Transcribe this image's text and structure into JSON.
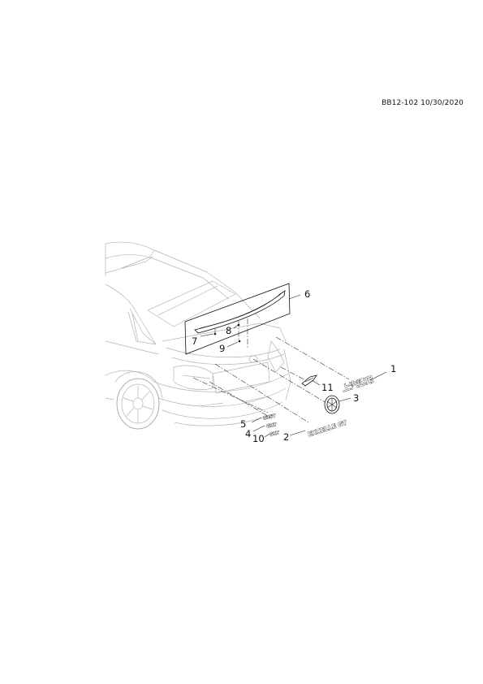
{
  "header": {
    "reference": "BB12-102 10/30/2020"
  },
  "callouts": {
    "c1": "1",
    "c2": "2",
    "c3": "3",
    "c4": "4",
    "c5": "5",
    "c6": "6",
    "c7": "7",
    "c8": "8",
    "c9": "9",
    "c10": "10",
    "c11": "11"
  },
  "badges": {
    "brand": "上汽通用",
    "model": "EXCELLE GT",
    "small_a": "535T",
    "small_b": "GRT",
    "small_c": "SRT"
  }
}
